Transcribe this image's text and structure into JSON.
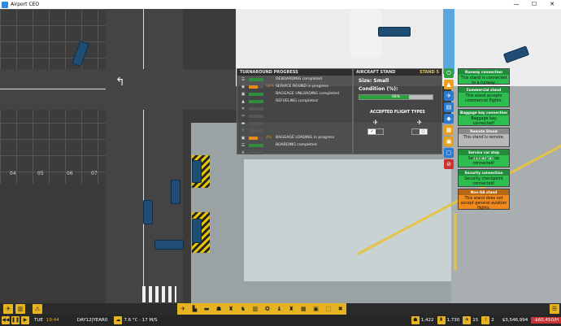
{
  "window": {
    "title": "Airport CEO",
    "minimize": "—",
    "maximize": "☐",
    "close": "✕"
  },
  "map": {
    "stand_numbers": [
      "04",
      "05",
      "06",
      "07"
    ]
  },
  "turnaround": {
    "title": "TURNAROUND PROGRESS",
    "tasks": [
      {
        "icon": "☰",
        "pct": "",
        "status": "done",
        "label": "DEBOARDING completed"
      },
      {
        "icon": "◉",
        "pct": "54%",
        "status": "progress",
        "label": "SERVICE ROUND in progress"
      },
      {
        "icon": "▣",
        "pct": "",
        "status": "done",
        "label": "BAGGAGE UNLOADING completed"
      },
      {
        "icon": "▲",
        "pct": "",
        "status": "done",
        "label": "REFUELING completed"
      },
      {
        "icon": "✕",
        "pct": "",
        "status": "empty",
        "label": ""
      },
      {
        "icon": "✂",
        "pct": "",
        "status": "empty",
        "label": ""
      },
      {
        "icon": "▬",
        "pct": "",
        "status": "empty",
        "label": ""
      },
      {
        "icon": "!",
        "pct": "",
        "status": "empty",
        "label": ""
      },
      {
        "icon": "▣",
        "pct": "4%",
        "status": "progress",
        "label": "BAGGAGE LOADING in progress"
      },
      {
        "icon": "☰",
        "pct": "",
        "status": "done",
        "label": "BOARDING completed"
      },
      {
        "icon": "✈",
        "pct": "",
        "status": "empty",
        "label": ""
      }
    ]
  },
  "stand": {
    "title": "AIRCRAFT STAND",
    "name": "STAND 5",
    "size_label": "Size: Small",
    "condition_label": "Condition (%):",
    "condition_value": "68%",
    "condition_fraction": 0.68,
    "accepted_title": "ACCEPTED FLIGHT TYPES",
    "toggle_on": "✓",
    "toggle_off": "○"
  },
  "requirements": [
    {
      "icon": "⏻",
      "color": "#2ea043"
    },
    {
      "icon": "▲",
      "color": "#e6a11f"
    },
    {
      "icon": "✈",
      "color": "#2b7bd1"
    },
    {
      "icon": "▤",
      "color": "#2b7bd1"
    },
    {
      "icon": "◆",
      "color": "#2b7bd1"
    },
    {
      "icon": "▦",
      "color": "#e6a11f"
    },
    {
      "icon": "▣",
      "color": "#e6a11f"
    },
    {
      "icon": "▢",
      "color": "#2b7bd1"
    },
    {
      "icon": "⊘",
      "color": "#c83232"
    }
  ],
  "connections": [
    {
      "title": "Runway connection",
      "body": "This stand is connected to a runway.",
      "color": "#2ebd4f"
    },
    {
      "title": "Commercial stand",
      "body": "This stand accepts commercial flights.",
      "color": "#2ebd4f"
    },
    {
      "title": "Baggage bay connection",
      "body": "Baggage bay connected!",
      "color": "#2ebd4f"
    },
    {
      "title": "Remote Stand",
      "body": "This stand is remote.",
      "color": "#b8b8b8"
    },
    {
      "title": "Service car stop connection",
      "body": "Service car stop connected!",
      "color": "#2ebd4f"
    },
    {
      "title": "Security connection",
      "body": "Security checkpoint connected!",
      "color": "#2ebd4f"
    },
    {
      "title": "Non-GA stand",
      "body": "This stand does not accept general aviation flights.",
      "color": "#f08a1c"
    }
  ],
  "bottombar": {
    "day": "TUE",
    "time": "19:44",
    "date": "DAY12|YEAR0",
    "weather": "7.6 °C · 17 M/S",
    "count1": "1,422",
    "count2": "1,730",
    "count3": "15",
    "count4": "2",
    "money": "$3,546,994",
    "rate": "-$60,450/H",
    "colors": {
      "accent": "#e6b422",
      "negative": "#c83232"
    }
  }
}
